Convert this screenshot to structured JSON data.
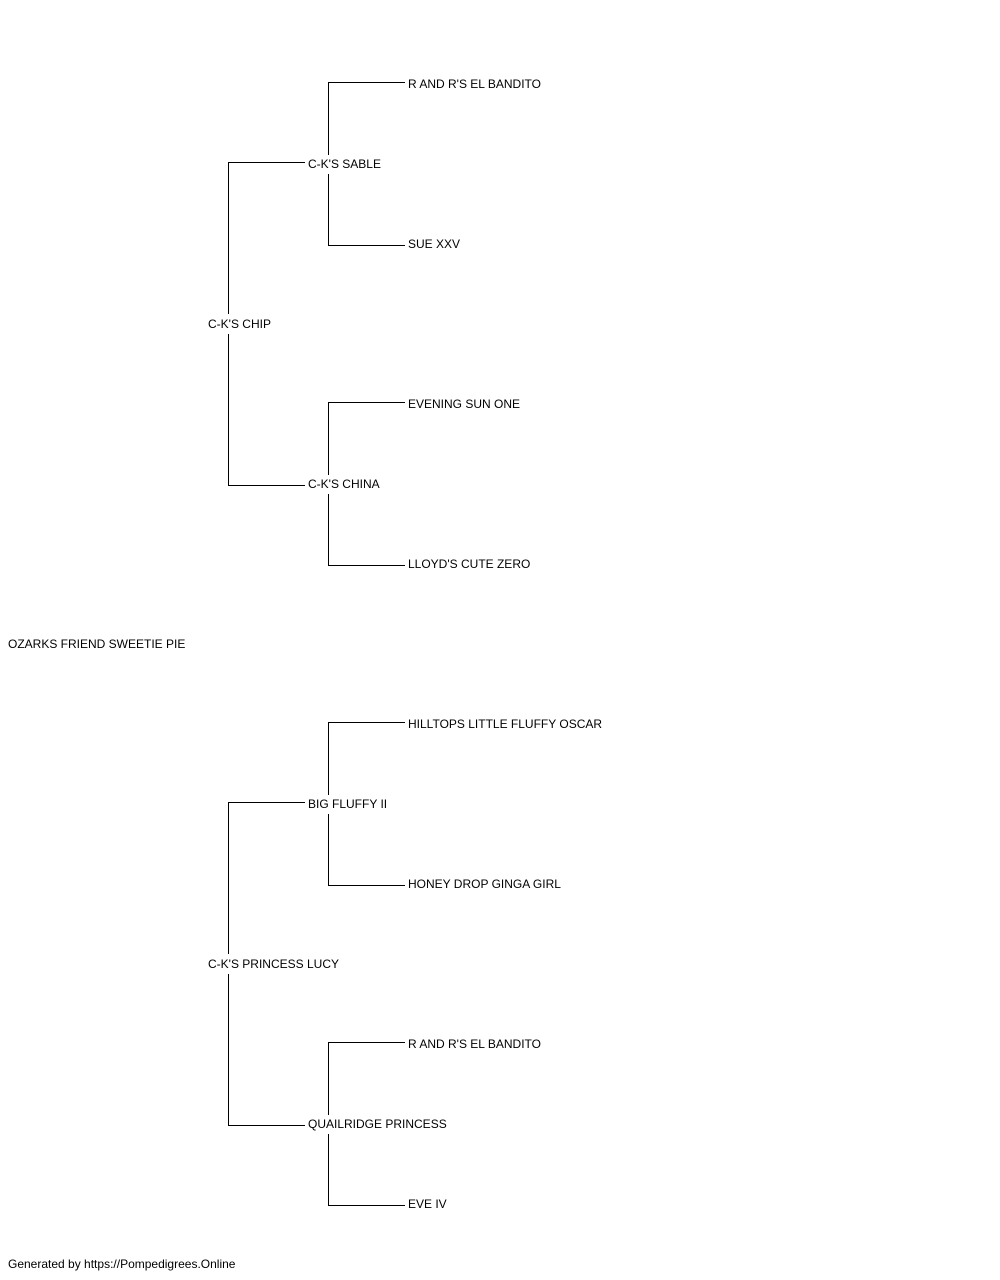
{
  "pedigree": {
    "name": "OZARKS FRIEND SWEETIE PIE",
    "sire": {
      "name": "C-K'S CHIP",
      "sire": {
        "name": "C-K'S SABLE",
        "sire": {
          "name": "R AND R'S EL BANDITO"
        },
        "dam": {
          "name": "SUE XXV"
        }
      },
      "dam": {
        "name": "C-K'S CHINA",
        "sire": {
          "name": "EVENING SUN ONE"
        },
        "dam": {
          "name": "LLOYD'S CUTE ZERO"
        }
      }
    },
    "dam": {
      "name": "C-K'S PRINCESS LUCY",
      "sire": {
        "name": "BIG FLUFFY II",
        "sire": {
          "name": "HILLTOPS LITTLE FLUFFY OSCAR"
        },
        "dam": {
          "name": "HONEY DROP GINGA GIRL"
        }
      },
      "dam": {
        "name": "QUAILRIDGE PRINCESS",
        "sire": {
          "name": "R AND R'S EL BANDITO"
        },
        "dam": {
          "name": "EVE IV"
        }
      }
    }
  },
  "footer": "Generated by https://Pompedigrees.Online"
}
